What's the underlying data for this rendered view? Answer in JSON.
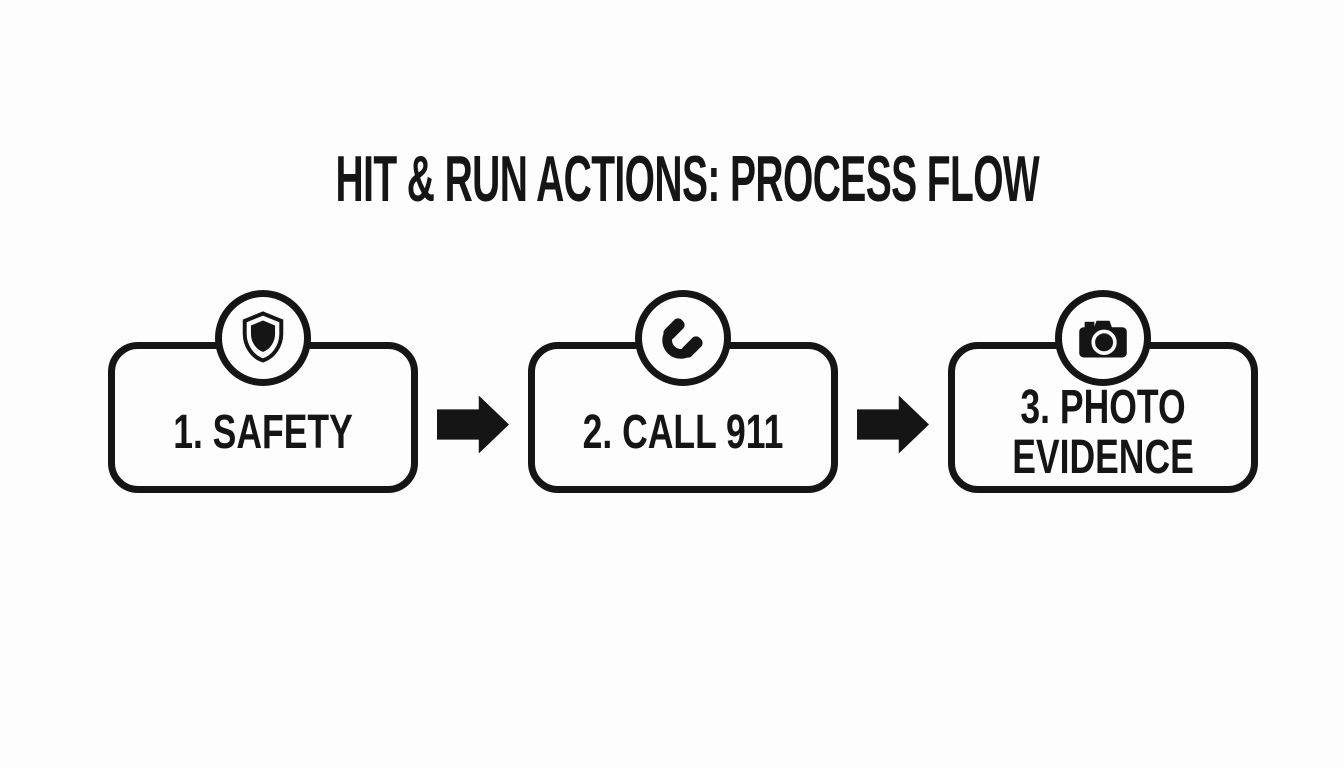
{
  "title": "HIT & RUN ACTIONS: PROCESS FLOW",
  "flow": {
    "steps": [
      {
        "id": "safety",
        "label": "1. SAFETY",
        "icon": "shield-icon"
      },
      {
        "id": "call-911",
        "label": "2. CALL 911",
        "icon": "phone-icon"
      },
      {
        "id": "photo-evidence",
        "label": "3. PHOTO EVIDENCE",
        "icon": "camera-icon"
      }
    ],
    "connector_icon": "arrow-right-icon"
  },
  "colors": {
    "ink": "#151515",
    "background": "#fdfdfd"
  }
}
